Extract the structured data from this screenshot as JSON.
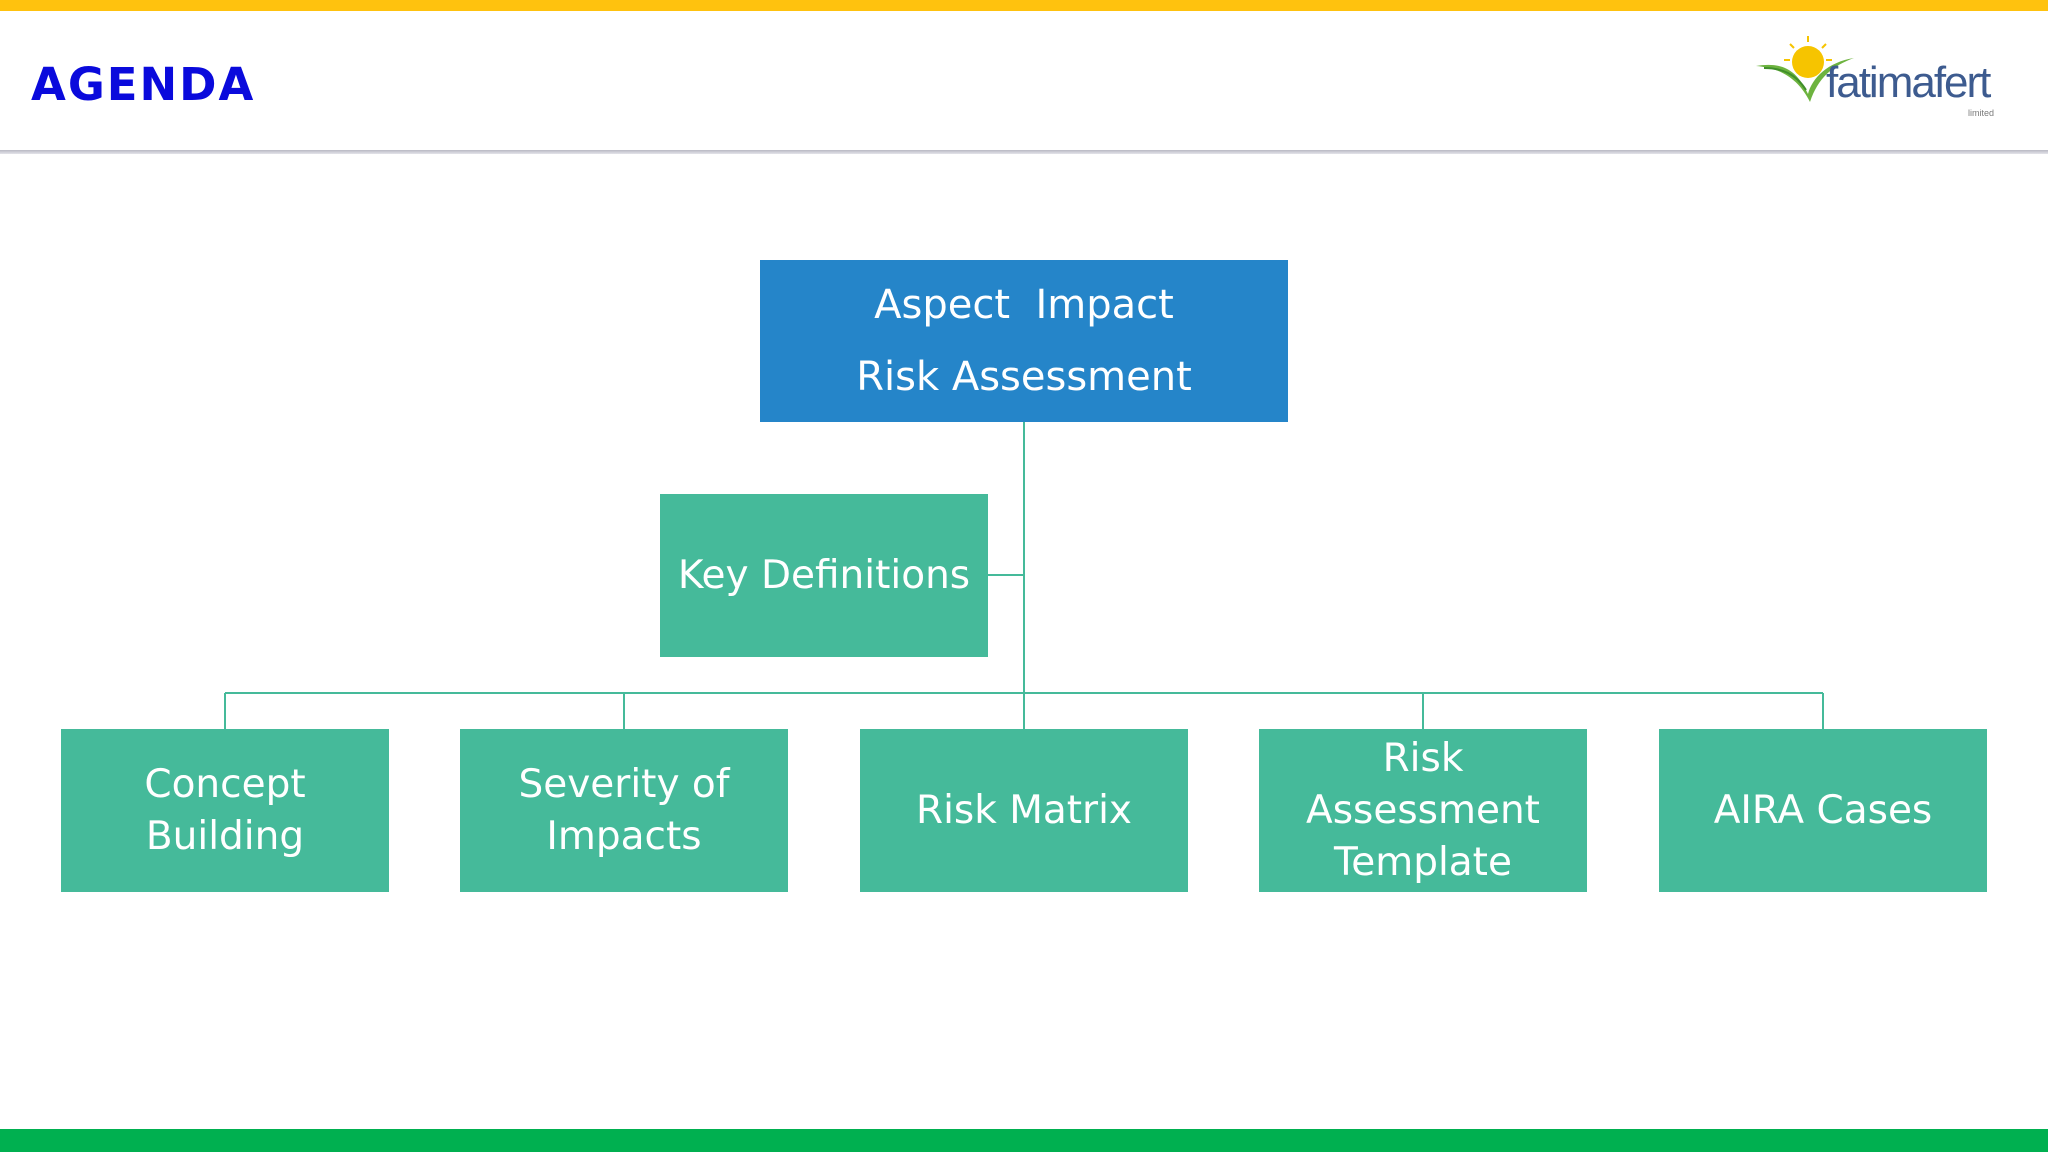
{
  "slide": {
    "title": "AGENDA",
    "colors": {
      "top_bar": "#FFC20E",
      "bottom_bar": "#00B050",
      "title": "#0A0ADC",
      "root_box": "#2585C9",
      "child_box": "#45BA9A",
      "connector": "#45BA9A"
    }
  },
  "logo": {
    "name": "fatimafert",
    "sub": "limited",
    "icon": "sun-and-leaf-logo-icon"
  },
  "diagram": {
    "root": {
      "line1": "Aspect  Impact",
      "line2": "Risk Assessment"
    },
    "assistant": {
      "label": "Key Definitions"
    },
    "children": [
      {
        "label": "Concept Building"
      },
      {
        "label": "Severity of Impacts"
      },
      {
        "label": "Risk Matrix"
      },
      {
        "label": "Risk Assessment Template"
      },
      {
        "label": "AIRA Cases"
      }
    ]
  }
}
